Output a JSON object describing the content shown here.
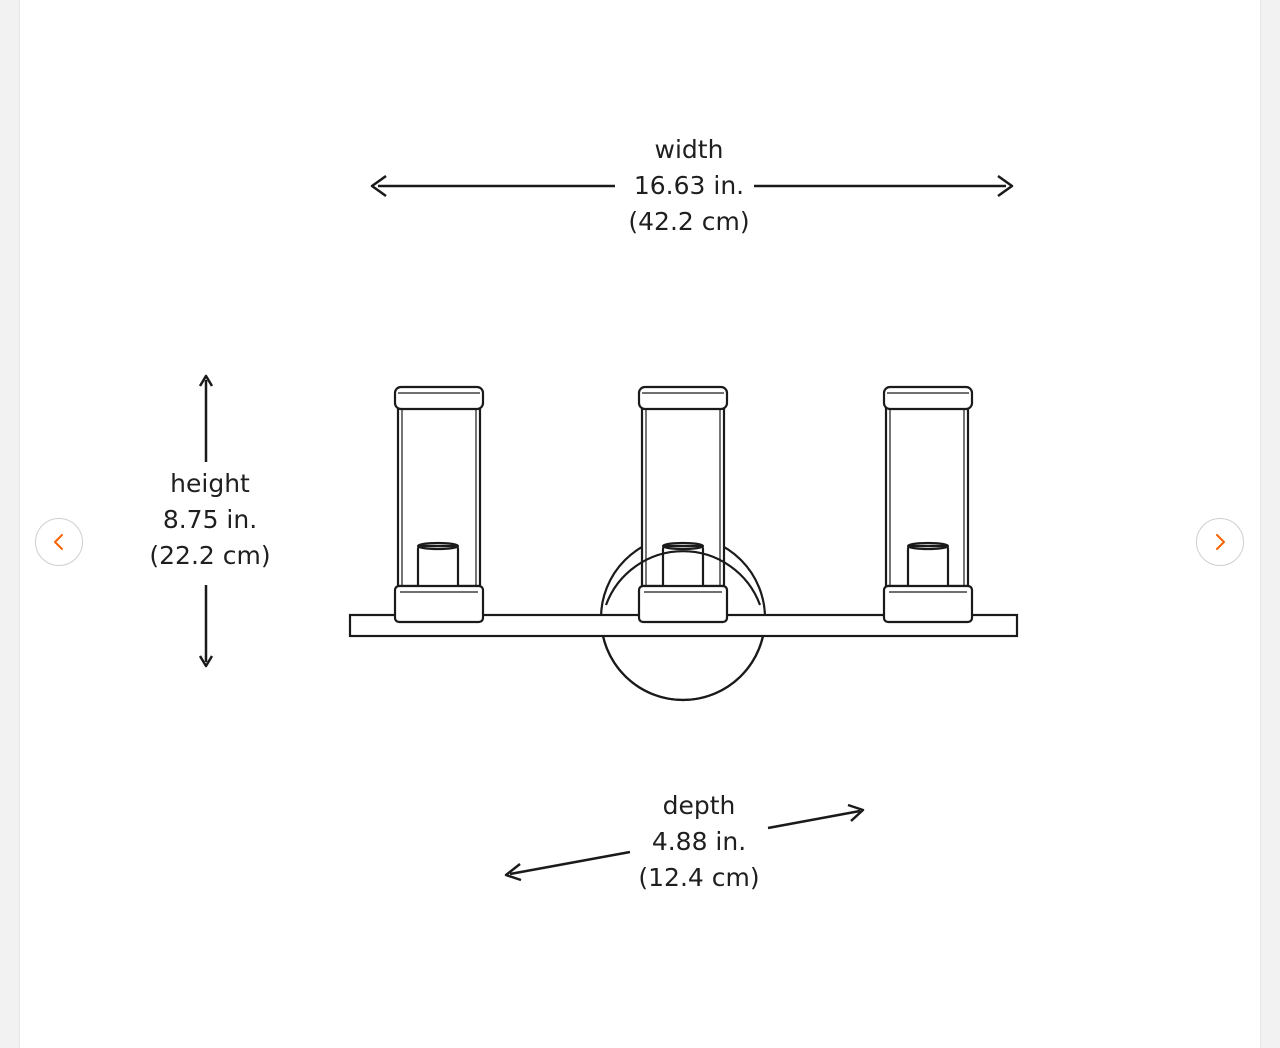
{
  "diagram": {
    "width": {
      "label": "width",
      "imperial": "16.63 in.",
      "metric": "(42.2 cm)"
    },
    "height": {
      "label": "height",
      "imperial": "8.75 in.",
      "metric": "(22.2 cm)"
    },
    "depth": {
      "label": "depth",
      "imperial": "4.88 in.",
      "metric": "(12.4 cm)"
    }
  },
  "navigation": {
    "prev_icon": "chevron-left-icon",
    "next_icon": "chevron-right-icon"
  },
  "colors": {
    "line": "#1a1a1a",
    "accent": "#f96302"
  }
}
